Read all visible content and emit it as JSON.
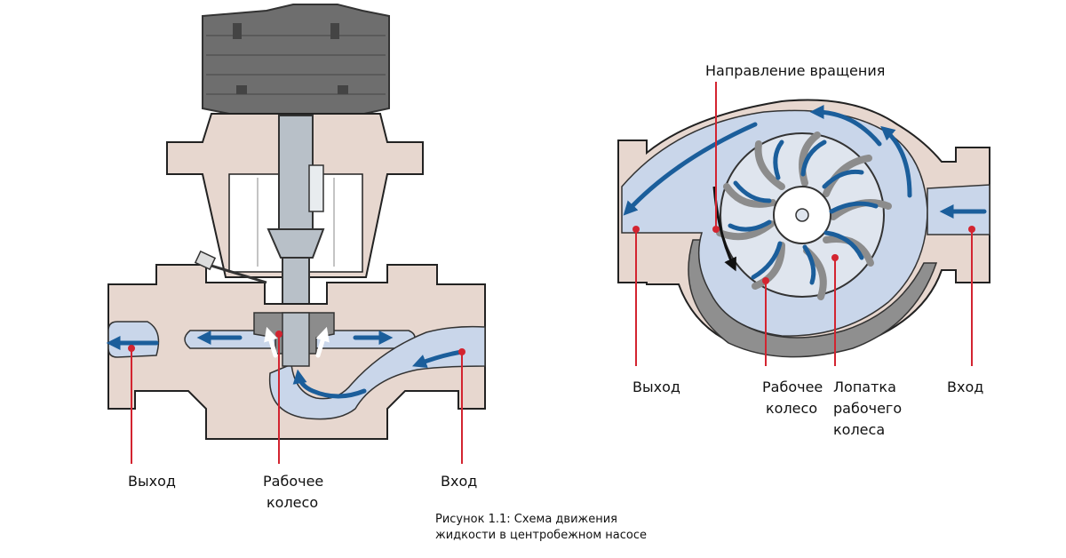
{
  "left_diagram": {
    "outlet_label": "Выход",
    "impeller_label_line1": "Рабочее",
    "impeller_label_line2": "колесо",
    "inlet_label": "Вход"
  },
  "right_diagram": {
    "rotation_label": "Направление вращения",
    "outlet_label": "Выход",
    "impeller_label_line1": "Рабочее",
    "impeller_label_line2": "колесо",
    "vane_label_line1": "Лопатка",
    "vane_label_line2": "рабочего",
    "vane_label_line3": "колеса",
    "inlet_label": "Вход"
  },
  "caption": {
    "line1": "Рисунок 1.1: Схема движения",
    "line2": "жидкости в центробежном насосе"
  },
  "colors": {
    "casing": "#e7d7cf",
    "fluid": "#c9d6ea",
    "arrow": "#1b5e9b",
    "leader": "#d32430",
    "motor": "#6e6e6e",
    "shaft": "#b8c0c8",
    "vane": "#8c8c8c",
    "volute_shadow": "#8f8f8f"
  }
}
